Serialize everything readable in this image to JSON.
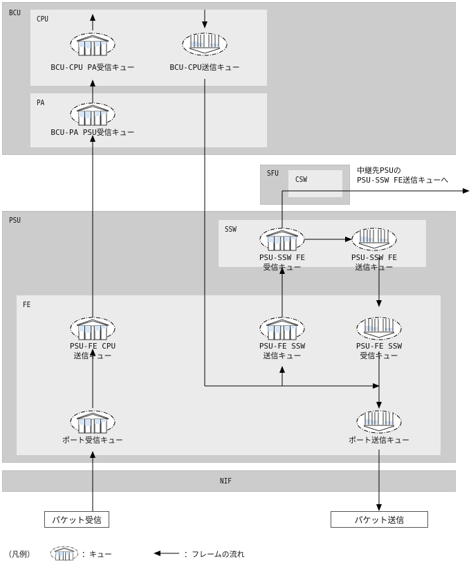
{
  "blocks": {
    "bcu": "BCU",
    "cpu": "CPU",
    "pa": "PA",
    "sfu": "SFU",
    "csw": "CSW",
    "psu": "PSU",
    "ssw": "SSW",
    "fe": "FE",
    "nif": "NIF"
  },
  "queues": {
    "bcu_cpu_pa_rx": {
      "type": "receive",
      "label": "BCU-CPU PA受信キュー"
    },
    "bcu_cpu_tx": {
      "type": "send",
      "label": "BCU-CPU送信キュー"
    },
    "bcu_pa_psu_rx": {
      "type": "receive",
      "label": "BCU-PA PSU受信キュー"
    },
    "psu_ssw_fe_rx": {
      "type": "receive",
      "line1": "PSU-SSW FE",
      "line2": "受信キュー"
    },
    "psu_ssw_fe_tx": {
      "type": "send",
      "line1": "PSU-SSW FE",
      "line2": "送信キュー"
    },
    "psu_fe_cpu_tx": {
      "type": "receive",
      "line1": "PSU-FE CPU",
      "line2": "送信キュー"
    },
    "psu_fe_ssw_tx": {
      "type": "receive",
      "line1": "PSU-FE SSW",
      "line2": "送信キュー"
    },
    "psu_fe_ssw_rx": {
      "type": "send",
      "line1": "PSU-FE SSW",
      "line2": "受信キュー"
    },
    "port_rx": {
      "type": "receive",
      "label": "ポート受信キュー"
    },
    "port_tx": {
      "type": "send",
      "label": "ポート送信キュー"
    }
  },
  "relay_note": {
    "line1": "中継先PSUの",
    "line2": "PSU-SSW FE送信キューへ"
  },
  "packets": {
    "receive": "パケット受信",
    "send": "パケット送信"
  },
  "legend": {
    "title": "（凡例）",
    "queue_icon": "queue-icon",
    "queue_text": "：キュー",
    "arrow_icon": "arrow-left-icon",
    "flow_text": "：フレームの流れ"
  },
  "colors": {
    "outer_block": "#cccccc",
    "inner_block": "#ebebeb",
    "queue_fill": "#d6e6f7",
    "line": "#000000"
  }
}
